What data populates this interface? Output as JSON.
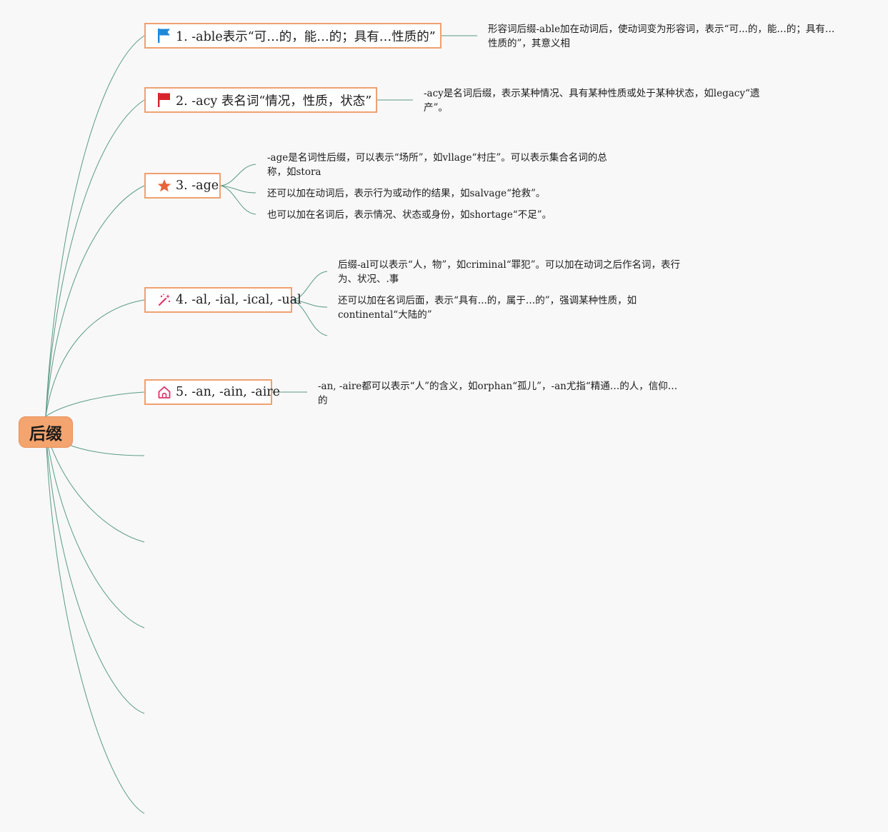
{
  "root": {
    "label": "后缀"
  },
  "topics": [
    {
      "label": "1. -able表示“可…的，能…的；具有…性质的”",
      "icon": "blue-flag-icon",
      "notes": [
        "形容词后缀-able加在动词后，使动词变为形容词，表示“可...的，能…的；具有…",
        "性质的”，其意义相"
      ]
    },
    {
      "label": "2. -acy 表名词“情况，性质，状态”",
      "icon": "red-flag-icon",
      "notes": [
        "-acy是名词后缀，表示某种情况、具有某种性质或处于某种状态，如legacy“遗",
        "产”。"
      ]
    },
    {
      "label": "3. -age",
      "icon": "star-icon",
      "subnotes": [
        [
          "-age是名词性后缀，可以表示“场所”，如vllage“村庄”。可以表示集合名词的总",
          "称，如stora"
        ],
        [
          "还可以加在动词后，表示行为或动作的结果，如salvage“抢救”。"
        ],
        [
          "也可以加在名词后，表示情况、状态或身份，如shortage“不足”。"
        ]
      ]
    },
    {
      "label": "4. -al, -ial, -ical, -ual",
      "icon": "magic-wand-icon",
      "subnotes": [
        [
          "后缀-al可以表示“人，物”，如criminal“罪犯”。可以加在动词之后作名词，表行",
          "为、状况、.事"
        ],
        [
          "还可以加在名词后面，表示“具有...的，属于…的”，强调某种性质，如",
          "continental“大陆的”"
        ]
      ]
    },
    {
      "label": "5. -an, -ain, -aire",
      "icon": "home-icon",
      "notes": [
        "-an, -aire都可以表示“人”的含义，如orphan“孤儿”，-an尤指“精通…的人，信仰…",
        "的"
      ]
    }
  ],
  "colors": {
    "connector": "#5a9a86",
    "topic_border": "#f0a070",
    "root_fill": "#f4a46e"
  }
}
